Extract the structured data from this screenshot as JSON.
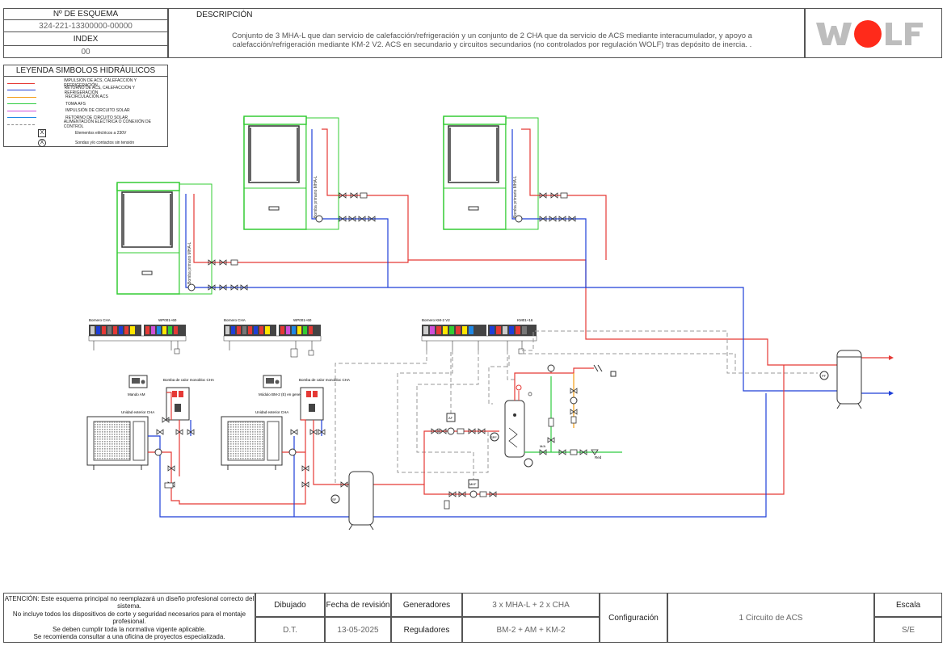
{
  "header": {
    "schema_label": "Nº DE ESQUEMA",
    "schema_value": "324-221-13300000-00000",
    "index_label": "INDEX",
    "index_value": "00",
    "description_label": "DESCRIPCIÓN",
    "description_text": "Conjunto de 3 MHA-L que dan servicio de calefacción/refrigeración y un conjunto de 2 CHA que da servicio de ACS mediante interacumulador, y apoyo a calefacción/refrigeración mediante KM-2 V2. ACS en secundario y circuitos secundarios (no controlados por regulación WOLF) tras depósito de inercia. .",
    "logo_text": "WOLF"
  },
  "legend": {
    "title": "LEYENDA SIMBOLOS HIDRÁULICOS",
    "items": [
      {
        "label": "IMPULSIÓN DE ACS, CALEFACCIÓN Y REFRIGERACIÓN",
        "color": "#e53935",
        "style": "solid"
      },
      {
        "label": "RETORNO DE ACS, CALEFACCIÓN Y REFRIGERACIÓN",
        "color": "#1e3fd8",
        "style": "solid"
      },
      {
        "label": "RECIRCULACIÓN ACS",
        "color": "#f39c12",
        "style": "solid"
      },
      {
        "label": "TOMA AFS",
        "color": "#2ecc40",
        "style": "solid"
      },
      {
        "label": "IMPULSIÓN DE CIRCUITO SOLAR",
        "color": "#d04fd8",
        "style": "solid"
      },
      {
        "label": "RETORNO DE CIRCUITO SOLAR",
        "color": "#1e88e5",
        "style": "solid"
      },
      {
        "label": "ALIMENTACIÓN ELÉCTRICA O CONEXIÓN DE CONTROL",
        "color": "#888888",
        "style": "dashed"
      },
      {
        "label": "Elementos eléctricos a 230V",
        "color": "#333333",
        "style": "box"
      },
      {
        "label": "Sondas y/o contactos sin tensión",
        "color": "#333333",
        "style": "circle"
      }
    ]
  },
  "diagram": {
    "mha_label_1": "Bomba primario MHA-L",
    "mha_label_2": "Bomba primario MHA-L",
    "mha_label_3": "Bomba primario MHA-L",
    "bornero_cha_1": "Bornero CHA",
    "wp_1": "WP001+60",
    "bornero_cha_2": "Bornero CHA",
    "wp_2": "WP001+60",
    "bornero_km2": "Bornero KM-2 V2",
    "km_1": "KM01+16",
    "mando_am": "Mando AM",
    "bomba_calor_1": "Bomba de calor monobloc CHA",
    "bomba_calor_2": "Bomba de calor monobloc CHA",
    "modulo_bm2": "Módulo BM-2 (E) en generador",
    "unidad_ext_1": "Unidad exterior CHA",
    "unidad_ext_2": "Unidad exterior CHA",
    "red_label": "Red",
    "sensor_af": "AF",
    "sensor_spf": "SPF",
    "sensor_mkf": "MKF",
    "sensor_sf": "SF",
    "sensor_pf": "PF",
    "mix_label": "M/A"
  },
  "footer": {
    "warning": "ATENCIÓN: Este esquema principal no reemplazará un diseño profesional correcto del sistema.\nNo incluye todos los dispositivos de corte y seguridad necesarios para el montaje profesional.\nSe deben cumplir toda la normativa vigente aplicable.\nSe recomienda consultar a una oficina de proyectos especializada.",
    "dibujado_label": "Dibujado",
    "dibujado_value": "D.T.",
    "fecha_label": "Fecha de revisión",
    "fecha_value": "13-05-2025",
    "generadores_label": "Generadores",
    "generadores_value": "3 x MHA-L + 2 x CHA",
    "reguladores_label": "Reguladores",
    "reguladores_value": "BM-2 + AM + KM-2",
    "configuracion_label": "Configuración",
    "configuracion_value": "1 Circuito de ACS",
    "escala_label": "Escala",
    "escala_value": "S/E"
  }
}
